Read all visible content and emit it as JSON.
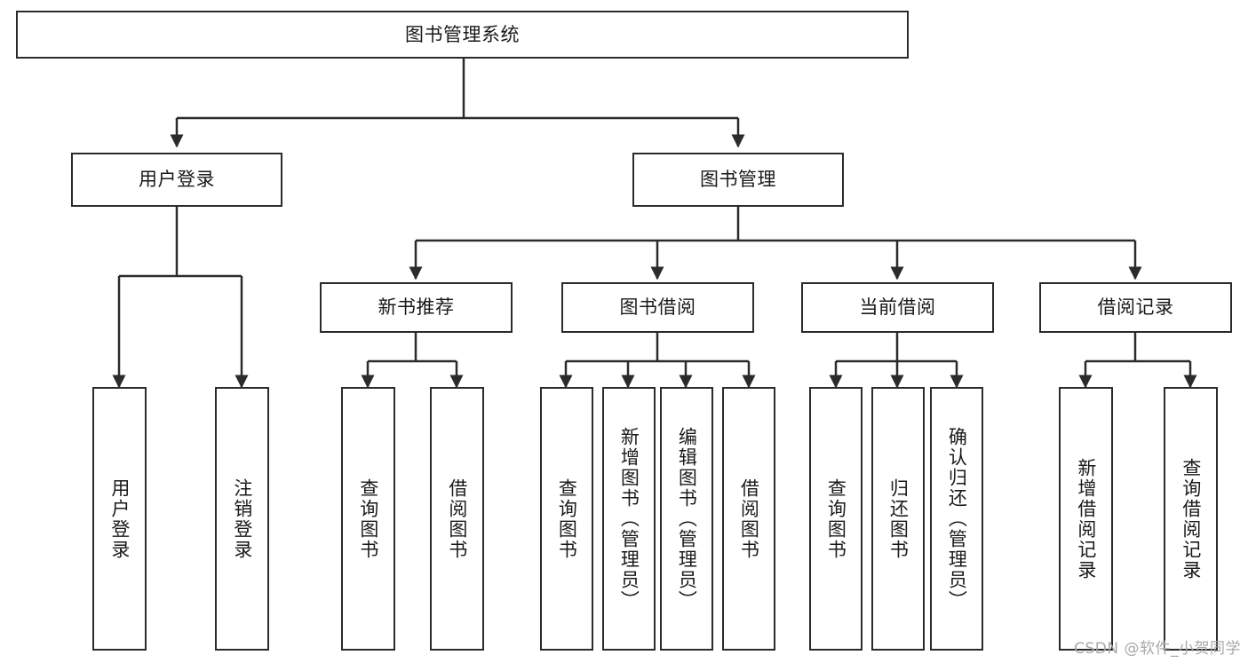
{
  "diagram": {
    "title": "图书管理系统",
    "type": "tree-hierarchy-chart",
    "watermark": "CSDN @软件_小贺同学",
    "colors": {
      "stroke": "#2b2b2b",
      "fill": "#ffffff",
      "text": "#1a1a1a",
      "watermark": "#a8a8a8"
    }
  },
  "nodes": {
    "root": {
      "label": "图书管理系统"
    },
    "level1": [
      {
        "label": "用户登录"
      },
      {
        "label": "图书管理"
      }
    ],
    "level2": [
      {
        "label": "新书推荐"
      },
      {
        "label": "图书借阅"
      },
      {
        "label": "当前借阅"
      },
      {
        "label": "借阅记录"
      }
    ],
    "leaves": {
      "user_login": [
        {
          "label": "用户登录"
        },
        {
          "label": "注销登录"
        }
      ],
      "new_book": [
        {
          "label": "查询图书"
        },
        {
          "label": "借阅图书"
        }
      ],
      "book_borrow": [
        {
          "label": "查询图书"
        },
        {
          "label": "新增图书（管理员）"
        },
        {
          "label": "编辑图书（管理员）"
        },
        {
          "label": "借阅图书"
        }
      ],
      "current_borrow": [
        {
          "label": "查询图书"
        },
        {
          "label": "归还图书"
        },
        {
          "label": "确认归还（管理员）"
        }
      ],
      "borrow_record": [
        {
          "label": "新增借阅记录"
        },
        {
          "label": "查询借阅记录"
        }
      ]
    }
  }
}
